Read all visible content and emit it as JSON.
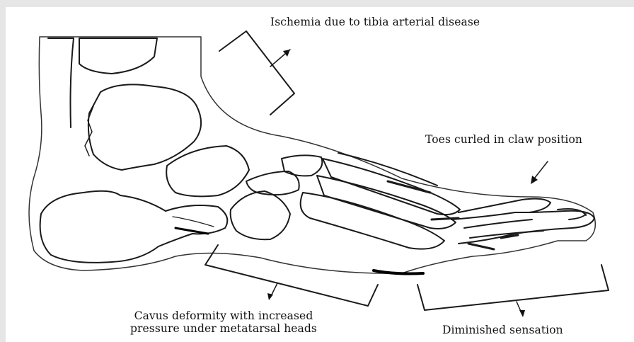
{
  "diagram": {
    "labels": {
      "ischemia": "Ischemia due to tibia arterial disease",
      "toes": "Toes curled in claw position",
      "cavus_line1": "Cavus deformity with increased",
      "cavus_line2": "pressure under metatarsal heads",
      "sensation": "Diminished sensation"
    },
    "colors": {
      "background": "#e6e6e6",
      "panel": "#ffffff",
      "ink": "#111111"
    }
  }
}
